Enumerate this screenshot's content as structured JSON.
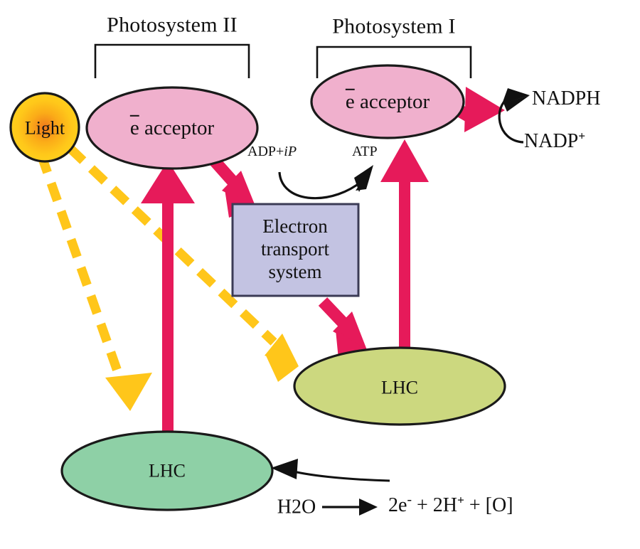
{
  "diagram": {
    "title_ps2": "Photosystem II",
    "title_ps1": "Photosystem I",
    "light_label": "Light",
    "acceptor_ps2": "acceptor",
    "acceptor_ps1": "acceptor",
    "electron_symbol": "e",
    "ets_line1": "Electron",
    "ets_line2": "transport",
    "ets_line3": "system",
    "adp_label": "ADP+",
    "adp_italic": "iP",
    "atp_label": "ATP",
    "nadph_label": "NADPH",
    "nadp_label": "NADP",
    "nadp_charge": "+",
    "lhc_upper": "LHC",
    "lhc_lower": "LHC",
    "water_label": "H2O",
    "products_electrons": "2e",
    "products_electron_charge": "-",
    "products_plus1": "+ 2H",
    "products_proton_charge": "+",
    "products_plus2": "+ [O]"
  },
  "colors": {
    "acceptor_fill": "#f0b0cd",
    "acceptor_stroke": "#1a1a1a",
    "light_center": "#f07a1e",
    "light_edge": "#ffd11a",
    "light_stroke": "#1a1a1a",
    "ets_fill": "#c3c3e2",
    "ets_stroke": "#3b3b55",
    "lhc_upper_fill": "#ccd87f",
    "lhc_lower_fill": "#8ed0a6",
    "lhc_stroke": "#1a1a1a",
    "crimson_arrow": "#e61a5a",
    "yellow_arrow": "#ffc61a",
    "black_arrow": "#111111",
    "background": "#ffffff"
  }
}
